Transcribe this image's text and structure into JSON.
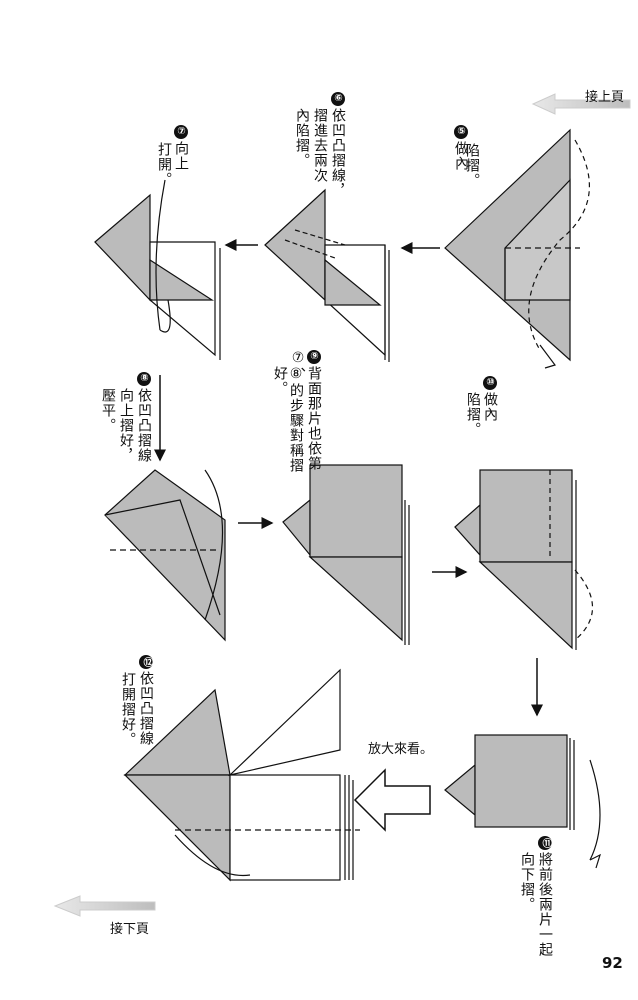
{
  "nav": {
    "prev": "接上頁",
    "next": "接下頁"
  },
  "page_number": "92",
  "enlarge_label": "放大來看。",
  "steps": [
    {
      "num": "⑤",
      "col1": "做內",
      "col2": "陷摺。"
    },
    {
      "num": "⑥",
      "col1": "依凹凸摺線，",
      "col2": "摺進去兩次",
      "col3": "內陷摺。"
    },
    {
      "num": "⑦",
      "col1": "向上",
      "col2": "打開。"
    },
    {
      "num": "⑧",
      "col1": "依凹凸摺線",
      "col2": "向上摺好，",
      "col3": "壓平。"
    },
    {
      "num": "⑨",
      "col1": "背面那片也依第⑦、",
      "col2": "⑧的步驟對稱摺好。"
    },
    {
      "num": "⑩",
      "col1": "做內",
      "col2": "陷摺。"
    },
    {
      "num": "⑪",
      "col1": "將前後兩片一起",
      "col2": "向下摺。"
    },
    {
      "num": "⑫",
      "col1": "依凹凸摺線",
      "col2": "打開摺好。"
    }
  ],
  "colors": {
    "paper_gray": "#b8b8b8",
    "ink": "#111111",
    "arrow_gray": "#d9d9d9"
  }
}
